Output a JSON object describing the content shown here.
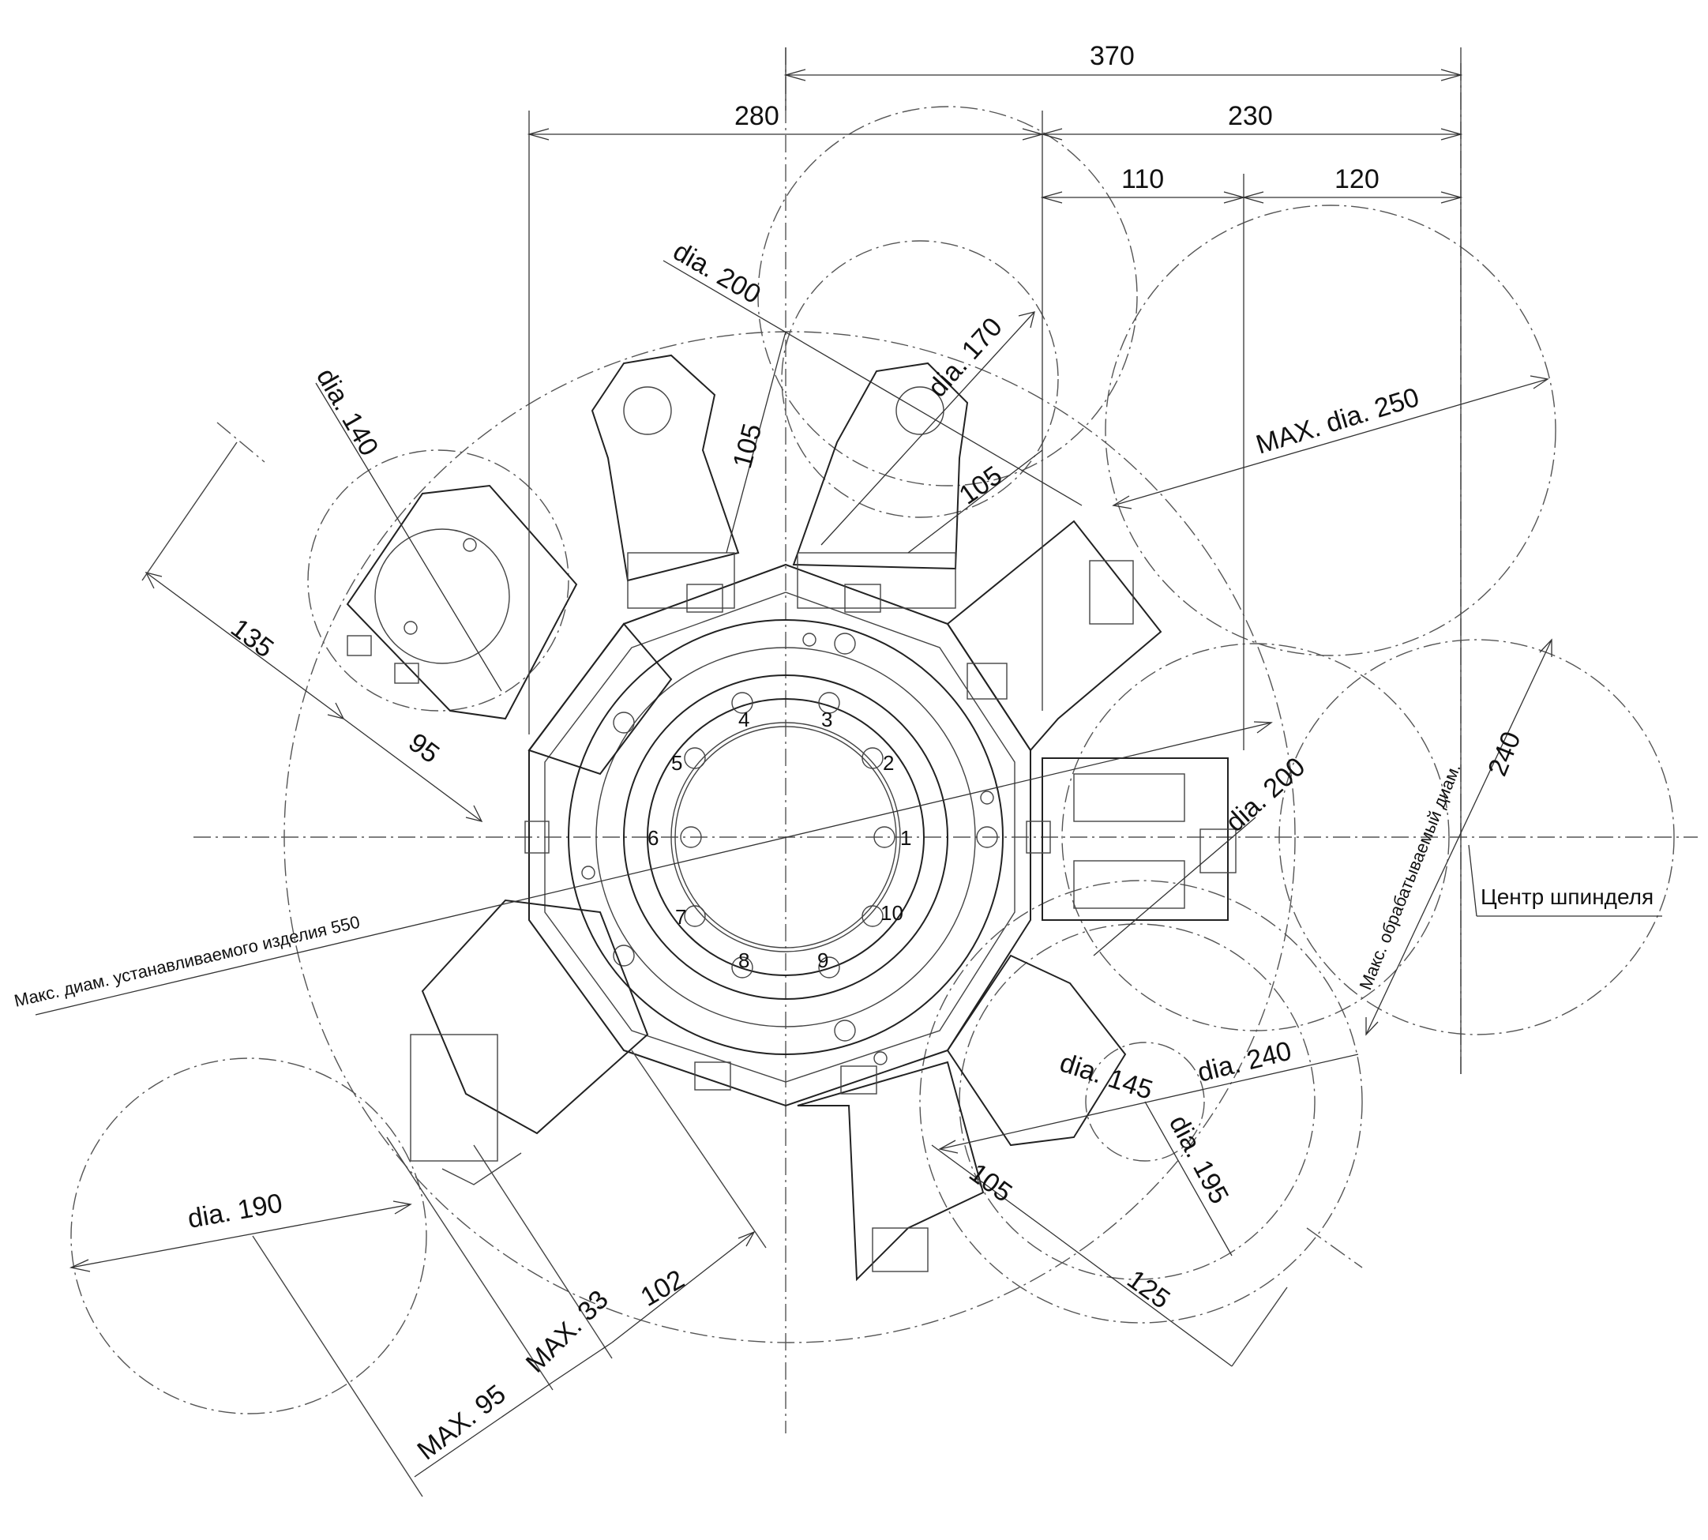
{
  "dimensions": {
    "d370": "370",
    "d280": "280",
    "d230": "230",
    "d110": "110",
    "d120": "120",
    "d105a": "105",
    "d105b": "105",
    "d105c": "105",
    "d135": "135",
    "d95": "95",
    "d102": "102",
    "d125": "125",
    "max33": "MAX. 33",
    "max95": "MAX. 95"
  },
  "diameters": {
    "dia200_top": "dia. 200",
    "dia170": "dia. 170",
    "dia140": "dia. 140",
    "max_dia250": "MAX. dia. 250",
    "dia200_right": "dia. 200",
    "dia145": "dia. 145",
    "dia240": "dia. 240",
    "dia195": "dia. 195",
    "dia190": "dia. 190"
  },
  "labels": {
    "max_workpiece_diameter": "Макс. диам. устанавливаемого изделия 550",
    "max_machining_diameter": "Макс. обрабатываемый диам.",
    "max_machining_value": "240",
    "spindle_center": "Центр шпинделя"
  },
  "station_numbers": [
    "1",
    "2",
    "3",
    "4",
    "5",
    "6",
    "7",
    "8",
    "9",
    "10"
  ]
}
